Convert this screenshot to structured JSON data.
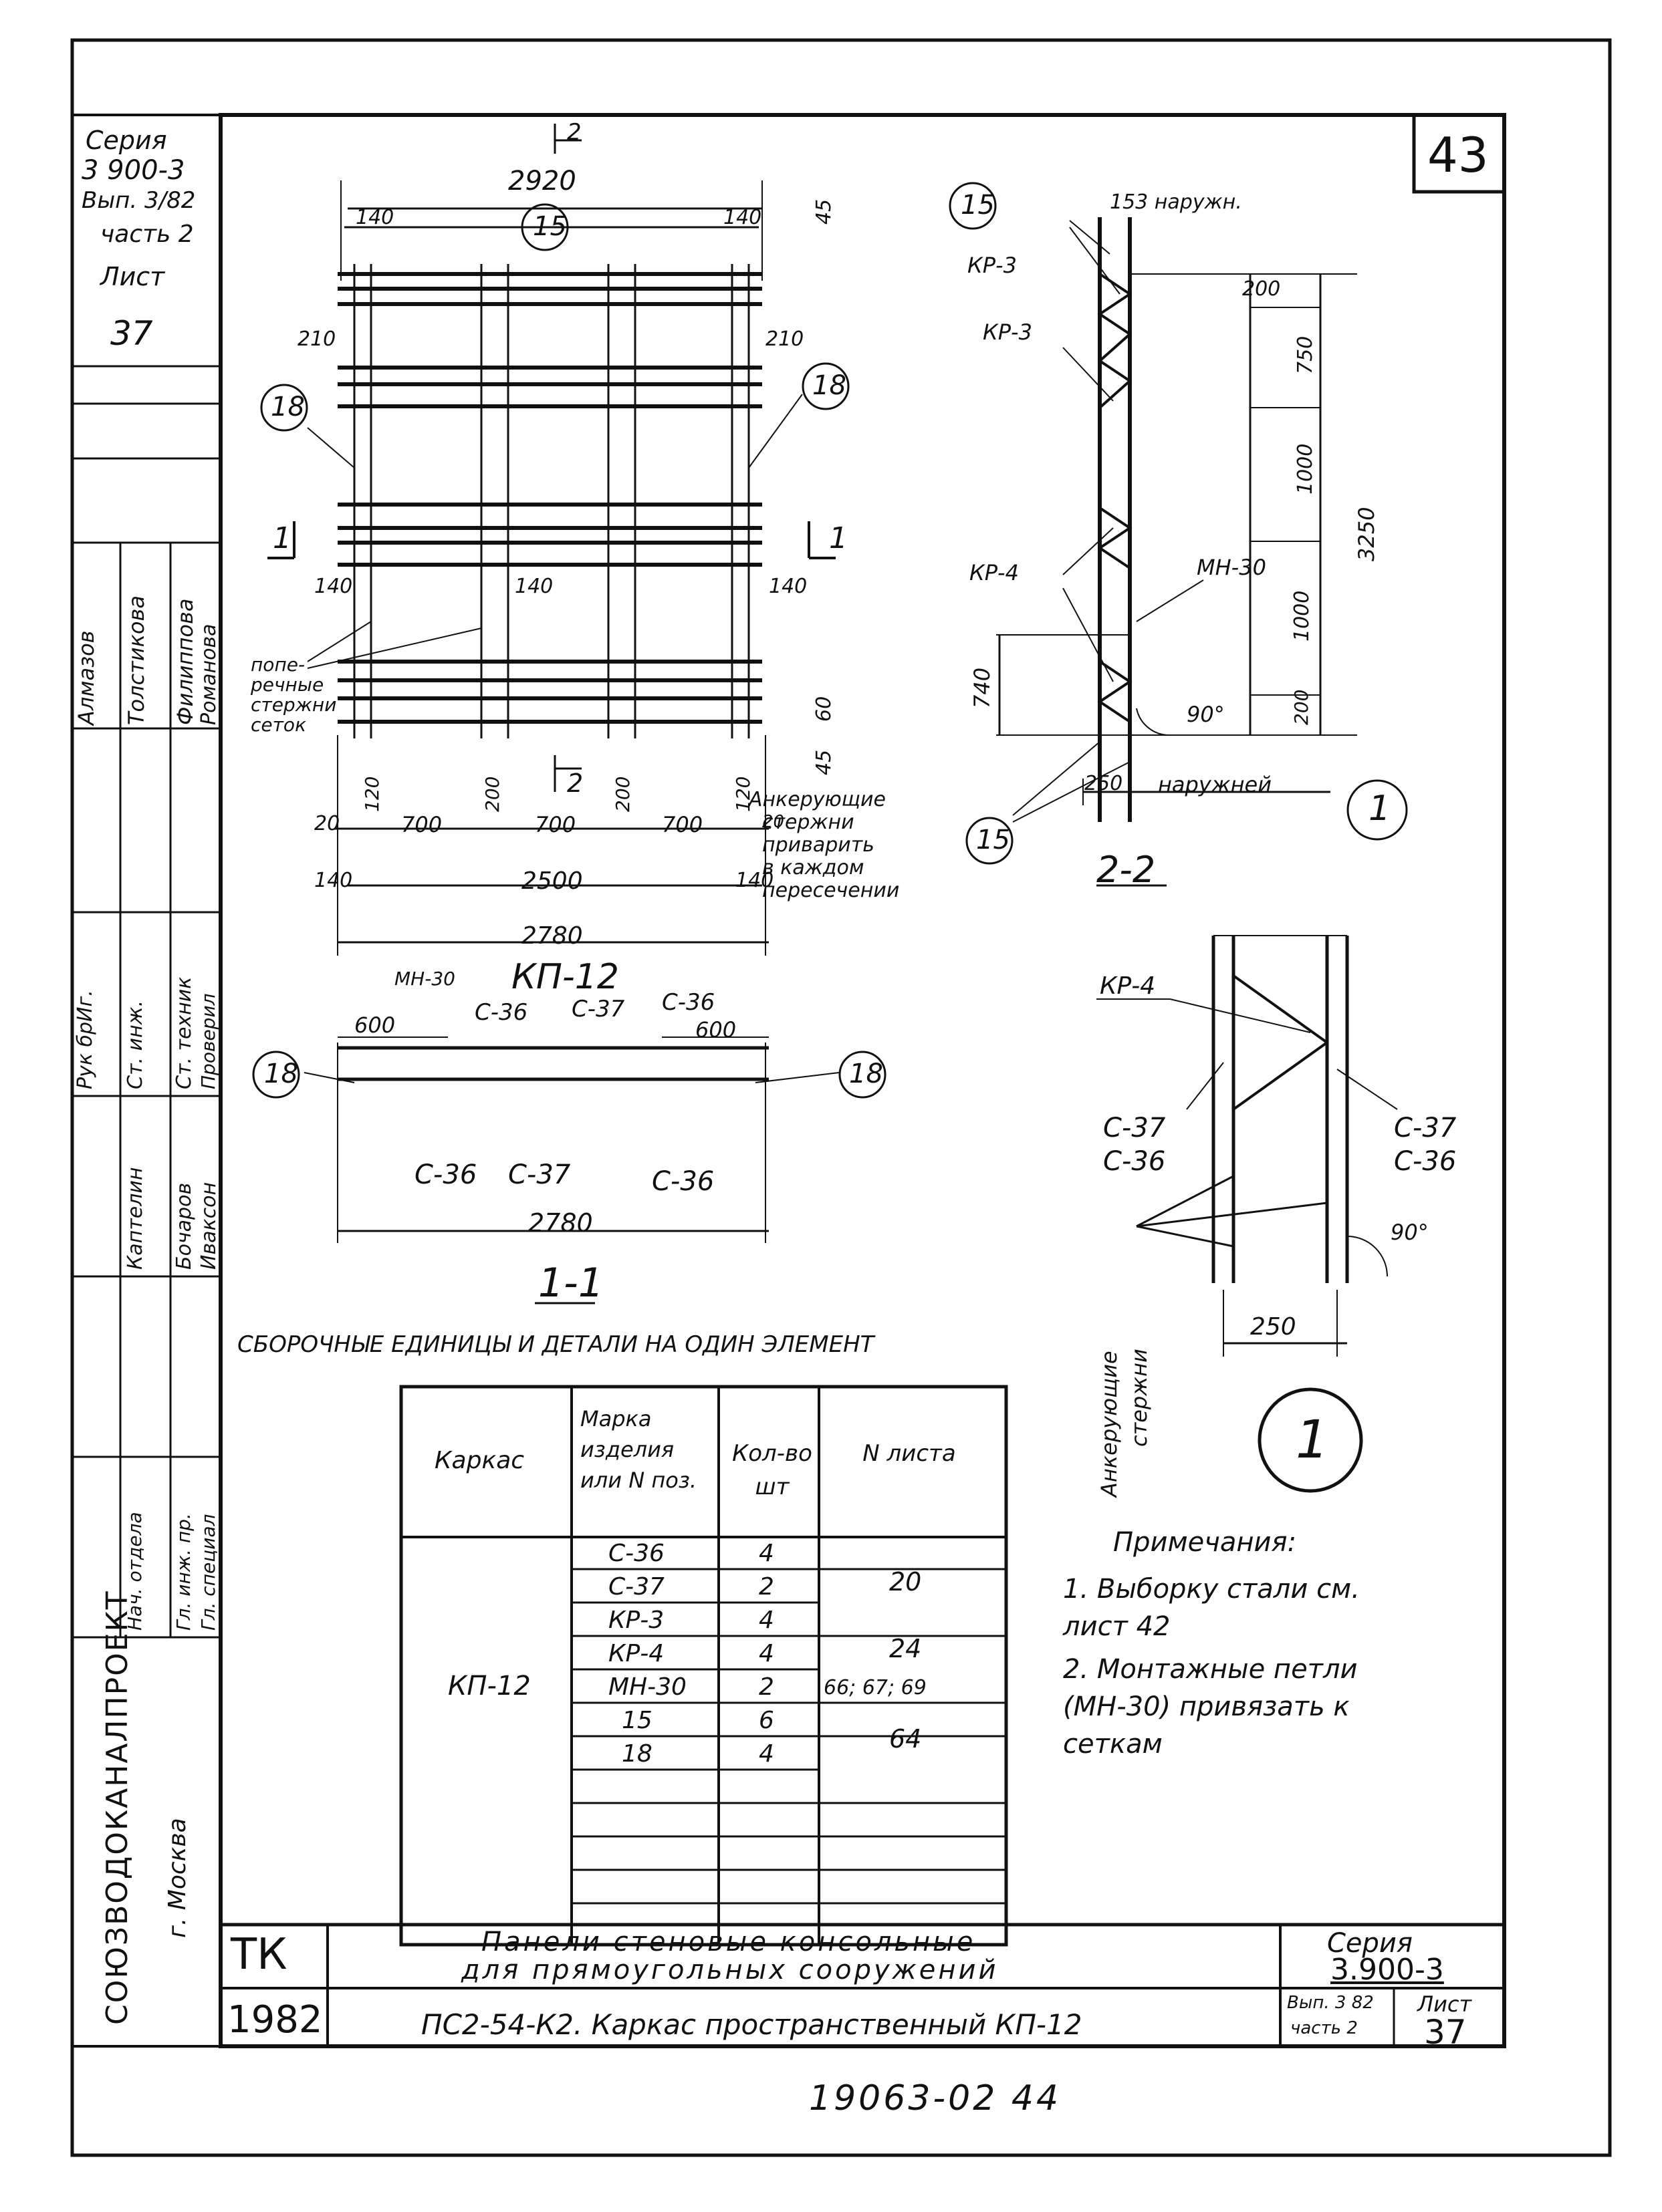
{
  "sheet_corner_number": "43",
  "series_block": {
    "series_label": "Серия",
    "series_number": "3 900-3",
    "issue": "Вып. 3/82",
    "part": "часть 2",
    "sheet_label": "Лист",
    "sheet_number": "37"
  },
  "signatures": {
    "roles": [
      "Рук брИг.",
      "Ст. инж.",
      "Ст. техник",
      "Проверил"
    ],
    "names": [
      "Алмазов",
      "Толстикова",
      "Филиппова",
      "Романова"
    ],
    "roles2": [
      "Нач. отдела",
      "Гл. инж. пр.",
      "Гл. специал"
    ],
    "names2": [
      "Каптелин",
      "Бочаров",
      "Иваксон"
    ]
  },
  "institute": {
    "name": "СОЮЗВОДОКАНАЛПРОЕКТ",
    "city": "г. Москва"
  },
  "view_top": {
    "section_mark": "2",
    "overall_width": "2920",
    "pos_15": "15",
    "pos_18": "18",
    "dim_140": "140",
    "dim_45": "45",
    "dim_210": "210",
    "dim_60": "60",
    "dim_20": "20",
    "dim_120": "120",
    "dim_700": "700",
    "dim_200": "200",
    "dim_2500": "2500",
    "dim_2780": "2780",
    "section_1": "1",
    "cross_bars_note": [
      "попе-",
      "речные",
      "стержни",
      "сеток"
    ],
    "anchor_note": [
      "Анкерующие",
      "стержни",
      "приварить",
      "в каждом",
      "пересечении"
    ],
    "title": "КП-12"
  },
  "view_section_11": {
    "label_mn30": "МН-30",
    "label_c36": "С-36",
    "label_c37": "С-37",
    "dim_600": "600",
    "dim_2780": "2780",
    "title": "1-1"
  },
  "view_section_22": {
    "outer_note": "153 наружн.",
    "kr3": "КР-3",
    "kr4": "КР-4",
    "mn30": "МН-30",
    "dim_200": "200",
    "dim_750": "750",
    "dim_1000": "1000",
    "dim_3250": "3250",
    "dim_740": "740",
    "dim_90": "90°",
    "dim_250": "250",
    "outer2": "наружней",
    "title": "2-2",
    "callout_1": "1"
  },
  "detail_1": {
    "kr4": "КР-4",
    "c37": "С-37",
    "c36": "С-36",
    "angle": "90°",
    "width": "250",
    "anchor": [
      "Анкерующие",
      "стержни"
    ],
    "callout": "1"
  },
  "table": {
    "title": "СБОРОЧНЫЕ ЕДИНИЦЫ И ДЕТАЛИ НА ОДИН ЭЛЕМЕНТ",
    "headers": [
      "Каркас",
      "Марка изделия или N поз.",
      "Кол-во шт",
      "N листа"
    ],
    "frame": "КП-12",
    "rows": [
      {
        "mark": "С-36",
        "qty": "4"
      },
      {
        "mark": "С-37",
        "qty": "2"
      },
      {
        "mark": "КР-3",
        "qty": "4"
      },
      {
        "mark": "КР-4",
        "qty": "4"
      },
      {
        "mark": "МН-30",
        "qty": "2"
      },
      {
        "mark": "15",
        "qty": "6"
      },
      {
        "mark": "18",
        "qty": "4"
      }
    ],
    "sheet_groups": [
      "20",
      "24",
      "66; 67; 69",
      "64"
    ]
  },
  "notes": {
    "title": "Примечания:",
    "items": [
      "1. Выборку стали см. лист 42",
      "2. Монтажные петли (МН-30) привязать к сеткам"
    ]
  },
  "title_block": {
    "code": "ТК",
    "year": "1982",
    "title_line1": "Панели стеновые консольные",
    "title_line2": "для прямоугольных сооружений",
    "subtitle": "ПС2-54-К2. Каркас пространственный КП-12",
    "series_label": "Серия",
    "series_number": "3.900-3",
    "issue": "Вып. 3 82",
    "part": "часть 2",
    "sheet_label": "Лист",
    "sheet_number": "37"
  },
  "footer_number": "19063-02 44"
}
